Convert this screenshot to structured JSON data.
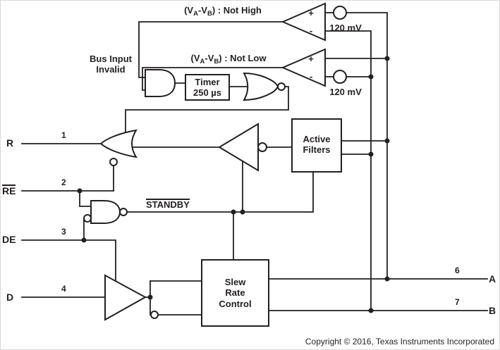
{
  "diagram": {
    "pins": {
      "r": {
        "name": "R",
        "number": "1"
      },
      "re": {
        "name": "RE",
        "number": "2"
      },
      "de": {
        "name": "DE",
        "number": "3"
      },
      "d": {
        "name": "D",
        "number": "4"
      },
      "a": {
        "name": "A",
        "number": "6"
      },
      "b": {
        "name": "B",
        "number": "7"
      }
    },
    "comparators": {
      "not_high": {
        "pre": "(V",
        "sub_a": "A",
        "mid": "-V",
        "sub_b": "B",
        "post": ") : Not High"
      },
      "not_low": {
        "pre": "(V",
        "sub_a": "A",
        "mid": "-V",
        "sub_b": "B",
        "post": ") : Not Low"
      },
      "threshold_top": "120 mV",
      "threshold_bottom": "120 mV",
      "plus": "+",
      "minus": "-"
    },
    "labels": {
      "bus_invalid_line1": "Bus Input",
      "bus_invalid_line2": "Invalid",
      "standby": "STANDBY"
    },
    "blocks": {
      "timer_line1": "Timer",
      "timer_line2": "250 µs",
      "filters_line1": "Active",
      "filters_line2": "Filters",
      "slew_line1": "Slew",
      "slew_line2": "Rate",
      "slew_line3": "Control"
    },
    "colors": {
      "line": "#231f20",
      "background": "#ffffff"
    }
  },
  "footer": {
    "copyright": "Copyright © 2016, Texas Instruments Incorporated"
  }
}
